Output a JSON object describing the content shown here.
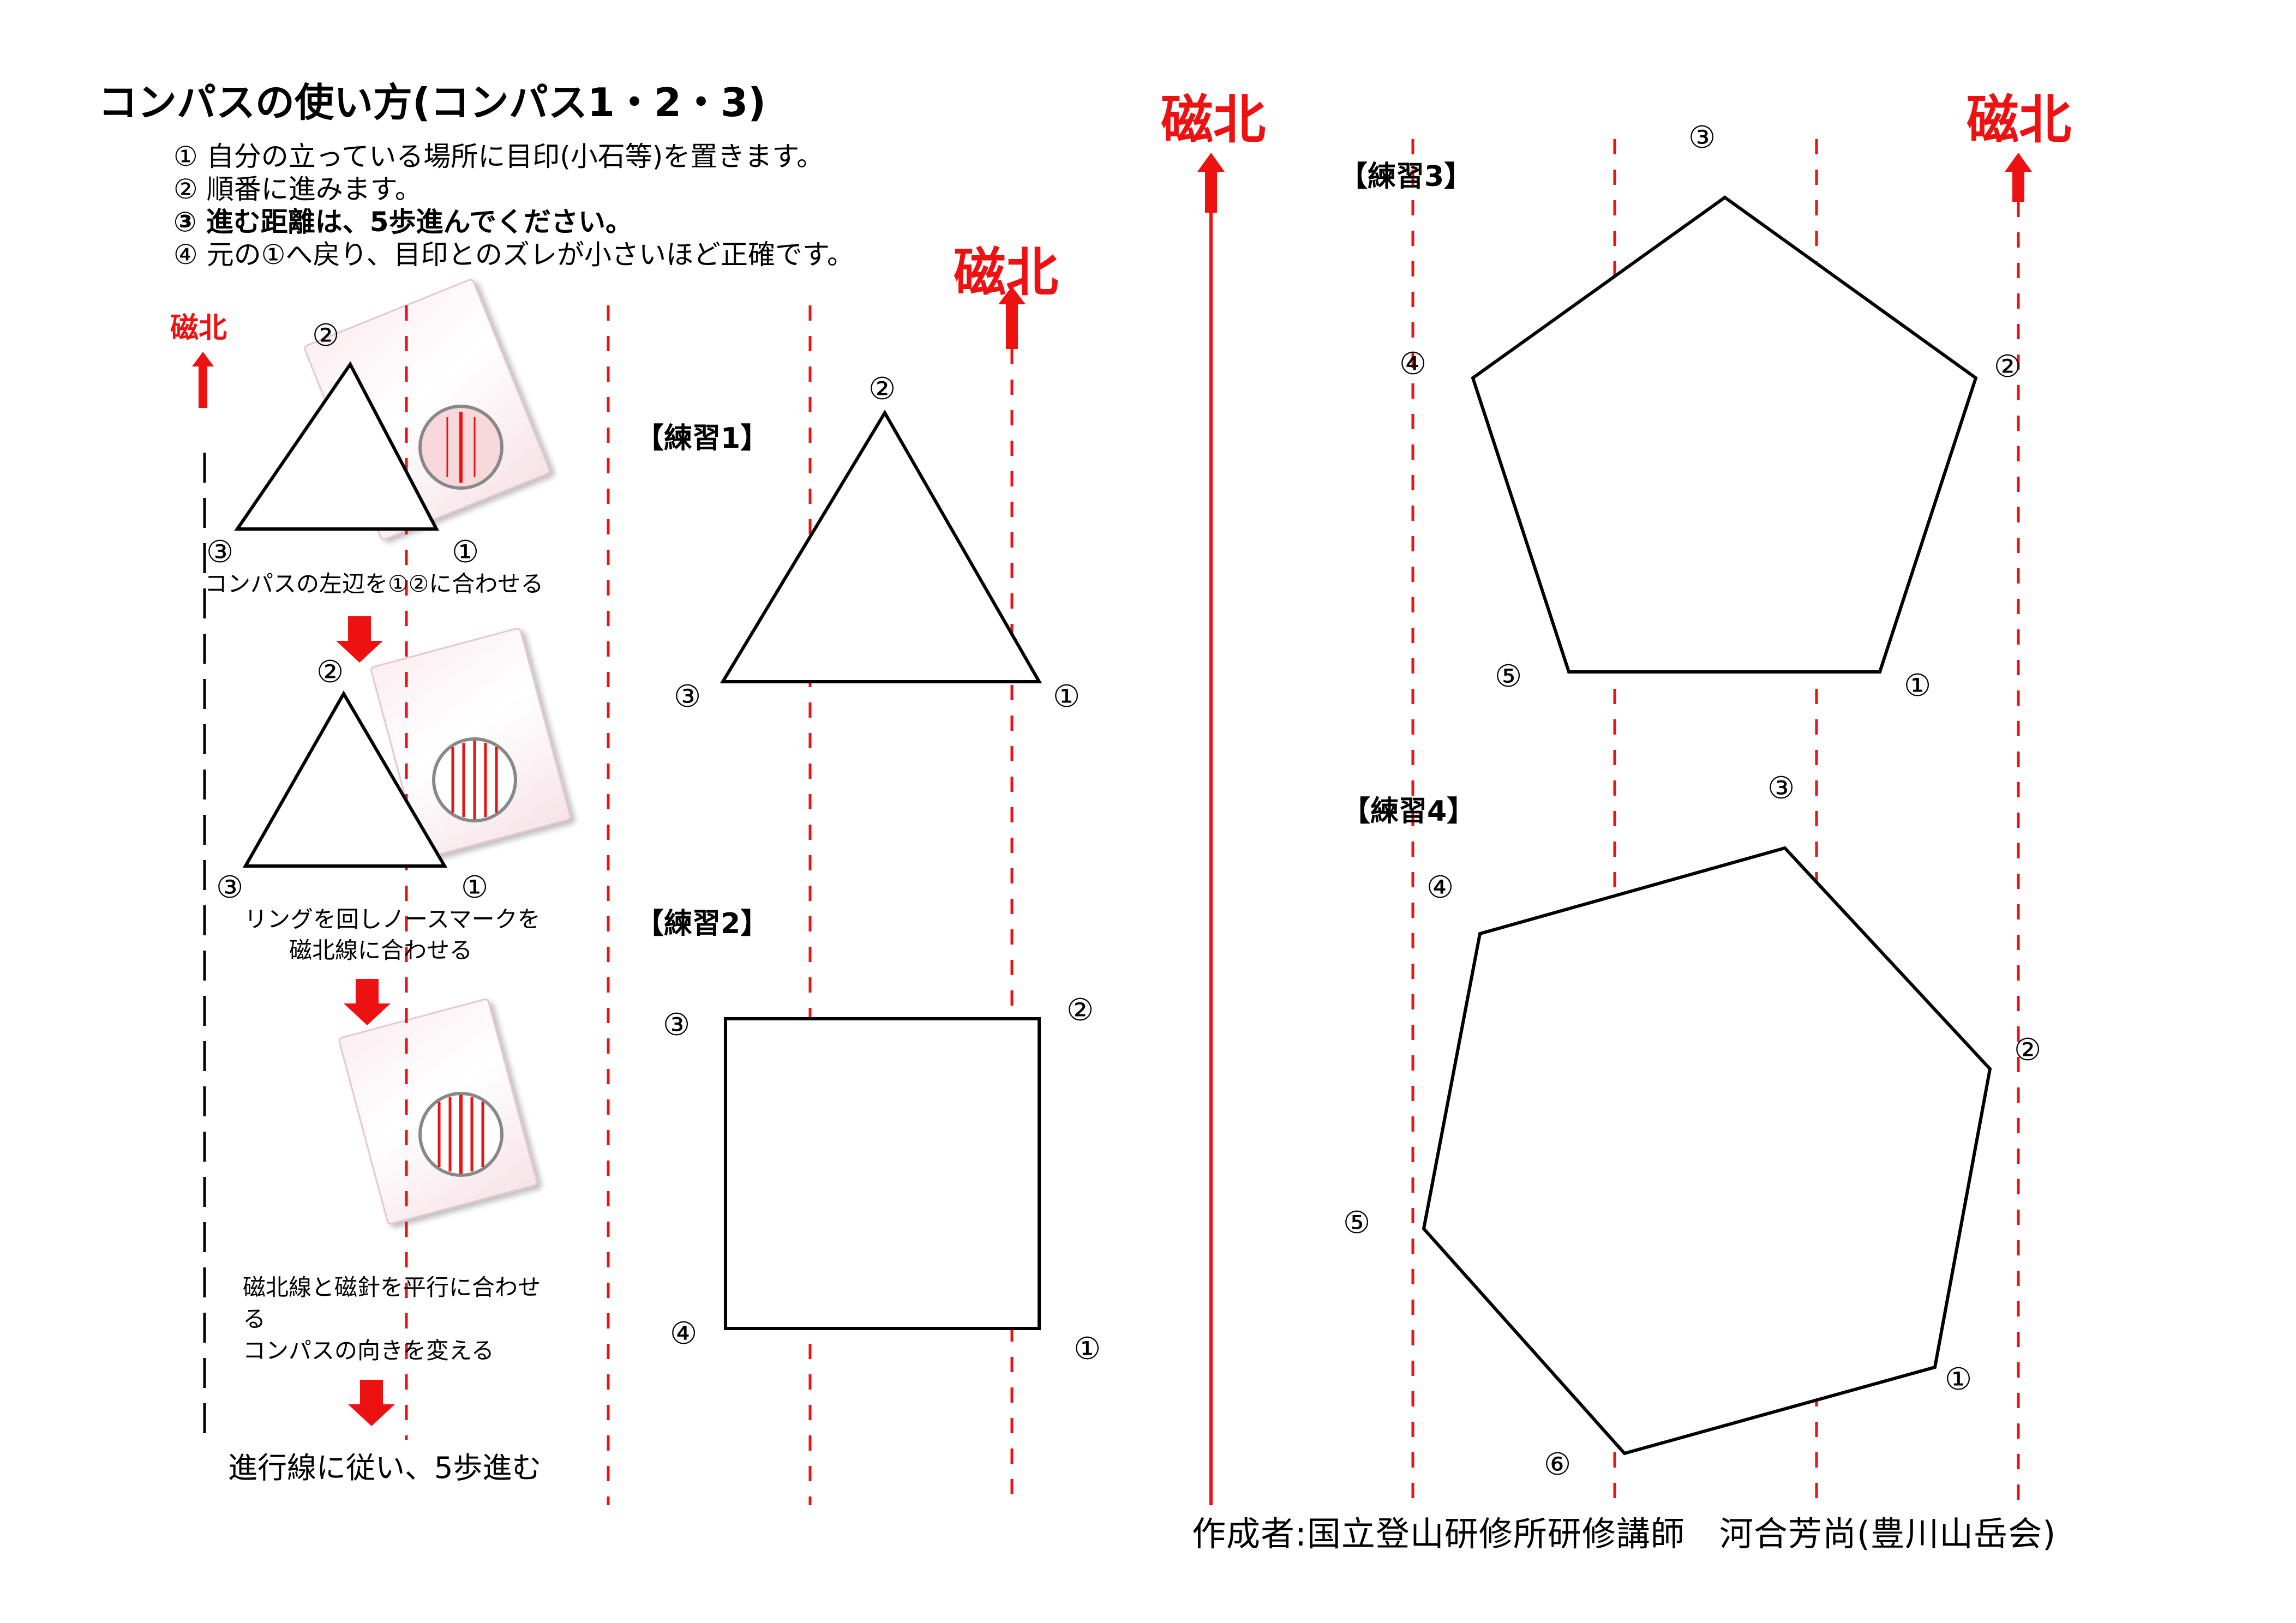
{
  "title": "コンパスの使い方(コンパス1・2・3)",
  "steps": [
    "① 自分の立っている場所に目印(小石等)を置きます。",
    "② 順番に進みます。",
    "③ 進む距離は、5歩進んでください。",
    "④ 元の①へ戻り、目印とのズレが小さいほど正確です。"
  ],
  "magnetic_north": "磁北",
  "instructions": {
    "step1_caption": "コンパスの左辺を①②に合わせる",
    "step2_caption_line1": "リングを回しノースマークを",
    "step2_caption_line2": "磁北線に合わせる",
    "step3_caption_line1": "磁北線と磁針を平行に合わせ",
    "step3_caption_line2": "る",
    "step3_caption_line3": "コンパスの向きを変える",
    "final_caption": "進行線に従い、5歩進む"
  },
  "practice_labels": [
    "【練習1】",
    "【練習2】",
    "【練習3】",
    "【練習4】"
  ],
  "vertex_labels": [
    "①",
    "②",
    "③",
    "④",
    "⑤",
    "⑥"
  ],
  "author": "作成者:国立登山研修所研修講師　河合芳尚(豊川山岳会)",
  "colors": {
    "accent_red": "#ee1111",
    "line": "#000000"
  }
}
